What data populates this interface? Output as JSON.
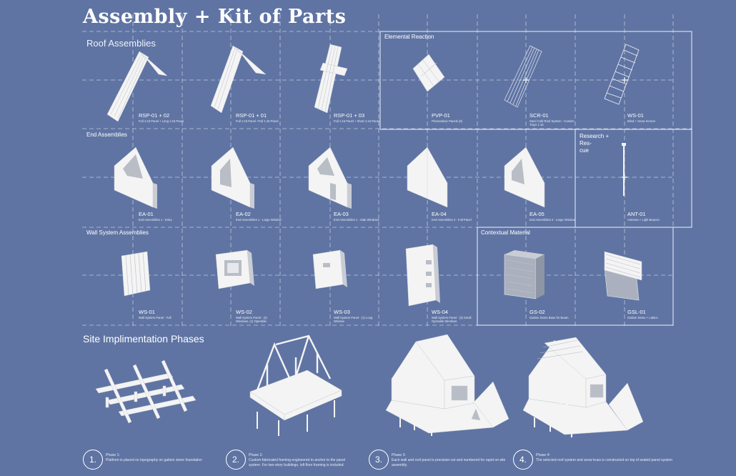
{
  "title": "Assembly + Kit of Parts",
  "sections": {
    "roof": "Roof Assemblies",
    "elemental": "Elemental Reaction",
    "end": "End Assemblies",
    "research": "Research + Res-\ncue",
    "wall": "Wall System Assemblies",
    "contextual": "Contextual Material",
    "site": "Site Implimentation Phases"
  },
  "roof_items": [
    {
      "code": "RSP-01 + 02",
      "desc": "Full 1:16 Panel + Long 1:16 Panel"
    },
    {
      "code": "RSP-01 + 01",
      "desc": "Full 1:16 Panel +Full 1:16 Panel"
    },
    {
      "code": "RSP-01 + 03",
      "desc": "Full 1:16 Panel + Short 1:16 Panel"
    },
    {
      "code": "PVP-01",
      "desc": "Photovoltaic Panels (6)"
    },
    {
      "code": "SCR-01",
      "desc": "Steel Cold Roof System - Custom Trays 1:16"
    },
    {
      "code": "WS-01",
      "desc": "Blind + Snow Screen"
    }
  ],
  "end_items": [
    {
      "code": "EA-01",
      "desc": "End Assemblies 1 - Entry"
    },
    {
      "code": "EA-02",
      "desc": "End Assemblies 1 - Large Window"
    },
    {
      "code": "EA-03",
      "desc": "End Assemblies 1 - Side Windows"
    },
    {
      "code": "EA-04",
      "desc": "End Assemblies 2 - Full Panel"
    },
    {
      "code": "EA-05",
      "desc": "End Assemblies 2 - Large Window"
    },
    {
      "code": "ANT-01",
      "desc": "Antenna + Light Beacon"
    }
  ],
  "wall_items": [
    {
      "code": "WS-01",
      "desc": "Wall System Panel - Full"
    },
    {
      "code": "WS-02",
      "desc": "Wall System Panel - (2) Windows, (1) Operable"
    },
    {
      "code": "WS-03",
      "desc": "Wall System Panel - (1) Long Window"
    },
    {
      "code": "WS-04",
      "desc": "Wall System Panel - (3) Small Operable Windows"
    },
    {
      "code": "GS-02",
      "desc": "Gabion Stone Base for Beam"
    },
    {
      "code": "GSL-01",
      "desc": "Gabion Stone + Lattice"
    }
  ],
  "phases": [
    {
      "num": "1.",
      "head": "Phase 1:",
      "text": "Platform is placed on topography on gabion stone foundation"
    },
    {
      "num": "2.",
      "head": "Phase 2:",
      "text": "Custom-fabricated framing engineered to anchor to the panel system. For two-story buildings, loft floor framing is included."
    },
    {
      "num": "3.",
      "head": "Phase 3:",
      "text": "Each wall and roof panel is precision-cut and numbered for rapid on-site assembly."
    },
    {
      "num": "4.",
      "head": "Phase 4:",
      "text": "The selected roof system and snow truss is constructed on top of sealed panel system"
    }
  ],
  "colors": {
    "background": "#5f74a3",
    "line": "#ffffff",
    "model": "#f4f4f4",
    "shade": "#c9ccd4"
  }
}
